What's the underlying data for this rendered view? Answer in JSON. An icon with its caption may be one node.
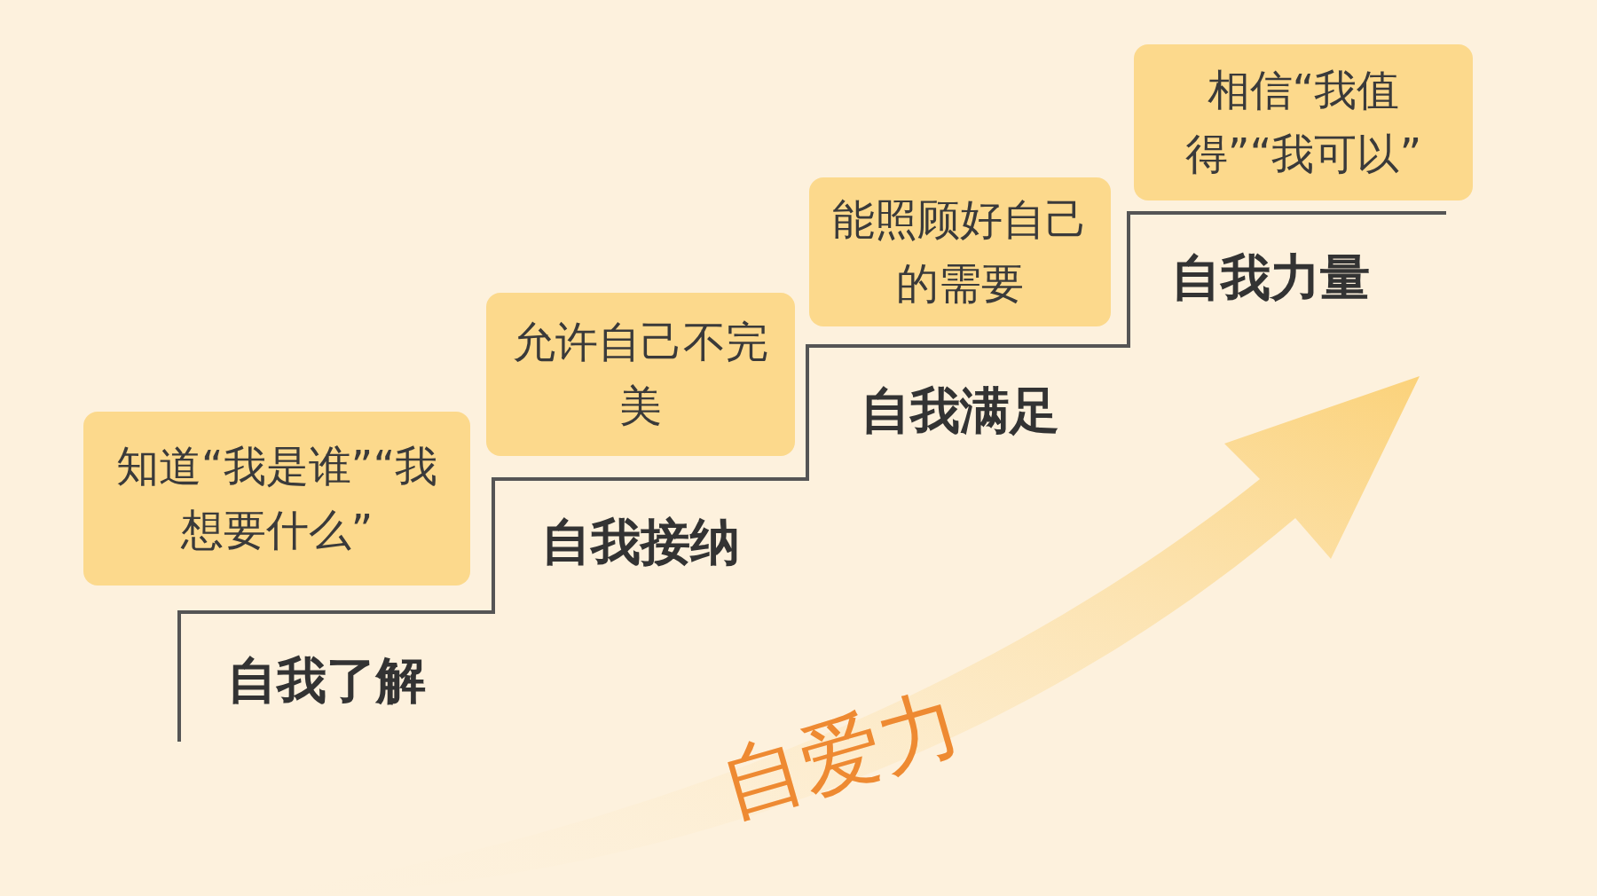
{
  "diagram": {
    "nodes": [
      {
        "text": [
          "知道“我是谁”“我想要什么”"
        ]
      },
      {
        "text": [
          "允许自己不完美"
        ]
      },
      {
        "text": [
          "能照顾好自己的需要"
        ]
      },
      {
        "text": [
          "相信“我值得”“我可以”"
        ]
      }
    ],
    "labels": [
      "自我力量",
      "自我满足",
      "自我接纳",
      "自我了解",
      "自爱力"
    ]
  }
}
